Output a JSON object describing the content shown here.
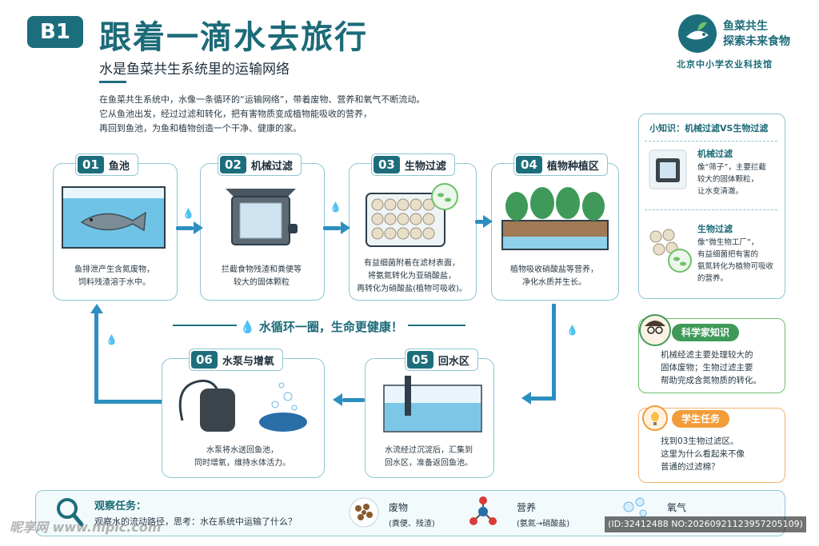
{
  "header": {
    "badge": "B1",
    "title": "跟着一滴水去旅行",
    "subtitle": "水是鱼菜共生系统里的运输网络",
    "intro": [
      "在鱼菜共生系统中，水像一条循环的“运输网络”，带着废物、营养和氧气不断流动。",
      "它从鱼池出发，经过过滤和转化，把有害物质变成植物能吸收的营养，",
      "再回到鱼池，为鱼和植物创造一个干净、健康的家。"
    ]
  },
  "logo": {
    "line1": "鱼菜共生",
    "line2": "探索未来食物",
    "org": "北京中小学农业科技馆"
  },
  "steps": [
    {
      "num": "01",
      "label": "鱼池",
      "desc": [
        "鱼排泄产生含氮废物，",
        "饲料残渣溶于水中。"
      ]
    },
    {
      "num": "02",
      "label": "机械过滤",
      "desc": [
        "拦截食物残渣和粪便等",
        "较大的固体颗粒"
      ]
    },
    {
      "num": "03",
      "label": "生物过滤",
      "desc": [
        "有益细菌附着在滤材表面，",
        "将氨氮转化为亚硝酸盐，",
        "再转化为硝酸盐(植物可吸收)。"
      ]
    },
    {
      "num": "04",
      "label": "植物种植区",
      "desc": [
        "植物吸收硝酸盐等营养，",
        "净化水质并生长。"
      ]
    },
    {
      "num": "05",
      "label": "回水区",
      "desc": [
        "水流经过沉淀后，汇集到",
        "回水区，准备返回鱼池。"
      ]
    },
    {
      "num": "06",
      "label": "水泵与增氧",
      "desc": [
        "水泵将水送回鱼池，",
        "同时增氧，维持水体活力。"
      ]
    }
  ],
  "cycle_text": "水循环一圈，生命更健康！",
  "tip": {
    "title": "小知识：机械过滤VS生物过滤",
    "mech_title": "机械过滤",
    "mech_desc": [
      "像“筛子”，主要拦截",
      "较大的固体颗粒，",
      "让水变清澈。"
    ],
    "bio_title": "生物过滤",
    "bio_desc": [
      "像“微生物工厂”，",
      "有益细菌把有害的",
      "氨氮转化为植物可吸收",
      "的营养。"
    ]
  },
  "scientist": {
    "title": "科学家知识",
    "desc": [
      "机械经滤主要处理较大的",
      "固体废物；生物过滤主要",
      "帮助完成含氮物质的转化。"
    ]
  },
  "task": {
    "title": "学生任务",
    "desc": [
      "找到03生物过滤区。",
      "这里为什么看起来不像",
      "普通的过滤棉？"
    ]
  },
  "observe": {
    "title": "观察任务：",
    "desc": "观察水的流动路径，思考：水在系统中运输了什么？",
    "items": [
      {
        "name": "废物",
        "sub": "(粪便、残渣)"
      },
      {
        "name": "营养",
        "sub": "(氨氮→硝酸盐)"
      },
      {
        "name": "氧气",
        "sub": "(ID:32412488 NO:20260921123957205109)"
      }
    ]
  },
  "watermark": "昵享网 www.nipic.com",
  "colors": {
    "primary": "#1d6e7c",
    "accent": "#2c8fbf",
    "orange": "#f39c3a",
    "green": "#3f9a5a"
  }
}
